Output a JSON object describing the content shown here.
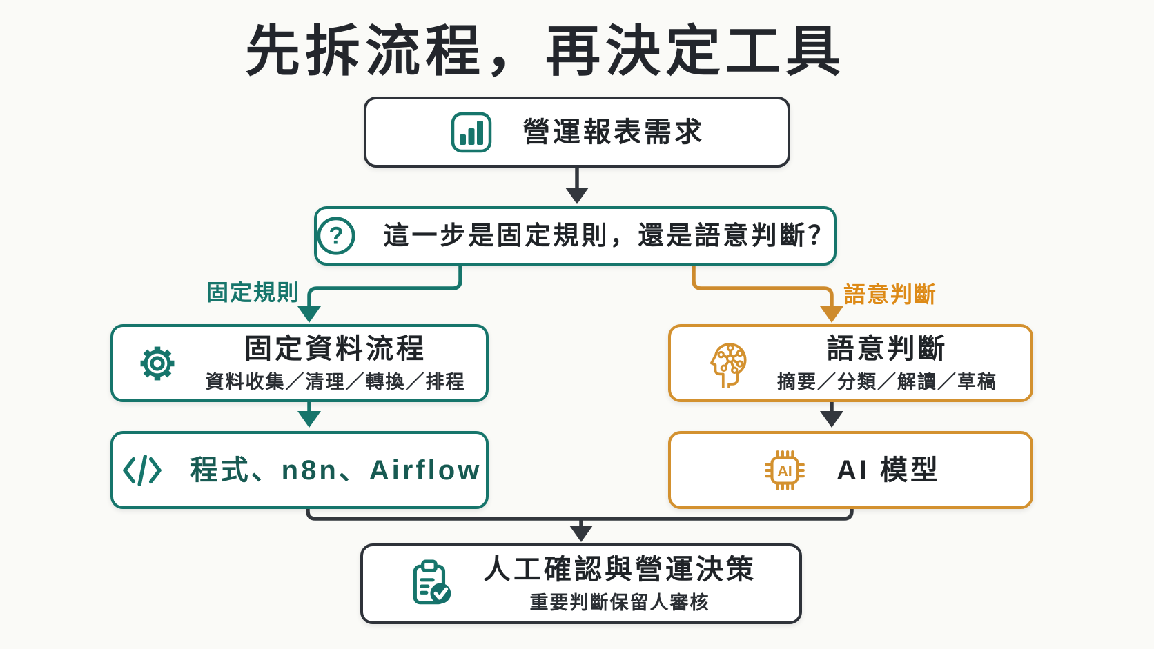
{
  "title": "先拆流程，再決定工具",
  "colors": {
    "teal": "#16756B",
    "teal_text": "#175A52",
    "orange": "#D3912F",
    "orange_label": "#DD8A17",
    "dark": "#2E3239",
    "text": "#1F2327",
    "background": "#FAFAF7"
  },
  "nodes": {
    "demand": {
      "title": "營運報表需求",
      "icon": "bar-chart-icon"
    },
    "question": {
      "title": "這一步是固定規則，還是語意判斷？",
      "icon": "question-icon"
    },
    "fixed_flow": {
      "title": "固定資料流程",
      "subtitle": "資料收集／清理／轉換／排程",
      "icon": "gear-icon"
    },
    "semantic": {
      "title": "語意判斷",
      "subtitle": "摘要／分類／解讀／草稿",
      "icon": "head-brain-icon"
    },
    "tools": {
      "title": "程式、n8n、Airflow",
      "icon": "code-icon"
    },
    "ai_model": {
      "title": "AI 模型",
      "icon": "ai-chip-icon"
    },
    "human": {
      "title": "人工確認與營運決策",
      "subtitle": "重要判斷保留人審核",
      "icon": "clipboard-check-icon"
    }
  },
  "edge_labels": {
    "fixed_rule": "固定規則",
    "semantic_judgement": "語意判斷"
  },
  "icons": {
    "ai_chip_label": "AI",
    "question_glyph": "?",
    "code_glyph": "</>"
  }
}
